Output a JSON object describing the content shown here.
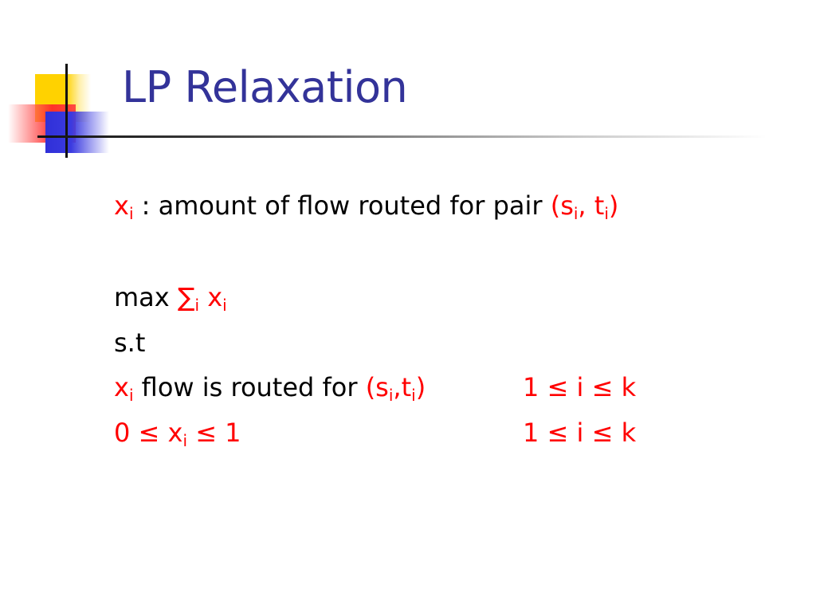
{
  "slide": {
    "title": "LP Relaxation",
    "definition": {
      "var": "x",
      "var_sub": "i",
      "text": " : amount of flow routed for pair ",
      "pair_open": "(s",
      "pair_s_sub": "i",
      "pair_mid": ", t",
      "pair_t_sub": "i",
      "pair_close": ")"
    },
    "objective": {
      "max_label": "max ",
      "sum_symbol": "∑",
      "sum_sub": "i",
      "var_space": " x",
      "var_sub": "i"
    },
    "st_label": "s.t",
    "constraint1": {
      "var": "x",
      "var_sub": "i",
      "text": " flow is routed for ",
      "pair_open": "(s",
      "pair_s_sub": "i",
      "pair_mid": ",t",
      "pair_t_sub": "i",
      "pair_close": ")",
      "range": "1 ≤ i ≤ k"
    },
    "constraint2": {
      "left": "0 ≤ ",
      "var": "x",
      "var_sub": "i",
      "right": " ≤ 1",
      "range": "1 ≤ i ≤ k"
    }
  },
  "colors": {
    "title": "#333399",
    "accent_red": "#ff0000",
    "text": "#000000"
  }
}
